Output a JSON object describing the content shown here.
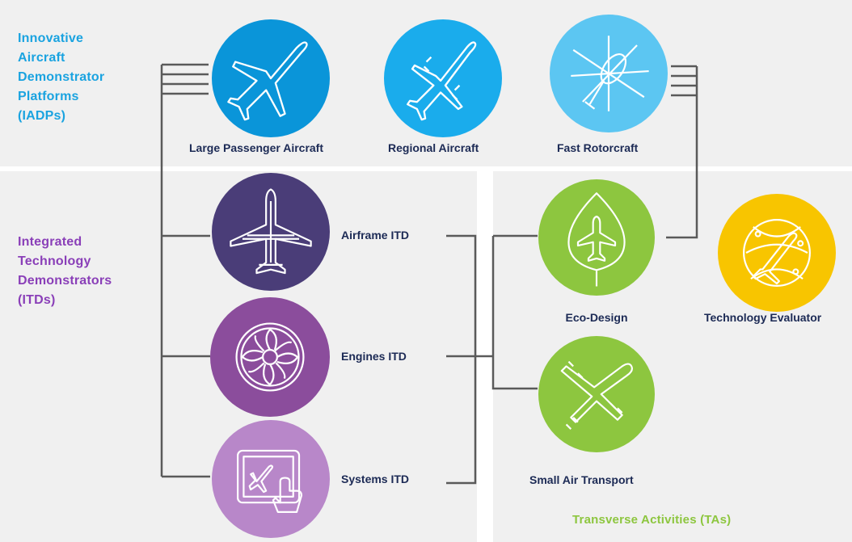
{
  "sections": {
    "iadp": {
      "lines": [
        "Innovative",
        "Aircraft",
        "Demonstrator",
        "Platforms",
        "(IADPs)"
      ],
      "color": "#1aa3e0"
    },
    "itd": {
      "lines": [
        "Integrated",
        "Technology",
        "Demonstrators",
        "(ITDs)"
      ],
      "color": "#8a3fb8"
    },
    "ta": {
      "label": "Transverse Activities (TAs)",
      "color": "#8dc63f"
    }
  },
  "nodes": {
    "large_passenger": {
      "label": "Large Passenger Aircraft",
      "color": "#0a95d9",
      "icon": "airliner-icon"
    },
    "regional": {
      "label": "Regional Aircraft",
      "color": "#1aacec",
      "icon": "turboprop-icon"
    },
    "fast_rotorcraft": {
      "label": "Fast Rotorcraft",
      "color": "#5cc6f2",
      "icon": "helicopter-icon"
    },
    "airframe": {
      "label": "Airframe ITD",
      "color": "#4a3d78",
      "icon": "airframe-plane-icon"
    },
    "engines": {
      "label": "Engines ITD",
      "color": "#8b4d9c",
      "icon": "engine-fan-icon"
    },
    "systems": {
      "label": "Systems ITD",
      "color": "#b887c9",
      "icon": "tablet-touch-icon"
    },
    "eco_design": {
      "label": "Eco-Design",
      "color": "#8dc63f",
      "icon": "leaf-plane-icon"
    },
    "small_air": {
      "label": "Small Air Transport",
      "color": "#8dc63f",
      "icon": "small-plane-icon"
    },
    "tech_eval": {
      "label": "Technology Evaluator",
      "color": "#f8c500",
      "icon": "globe-plane-icon"
    }
  },
  "connector_color": "#5a5a5a"
}
